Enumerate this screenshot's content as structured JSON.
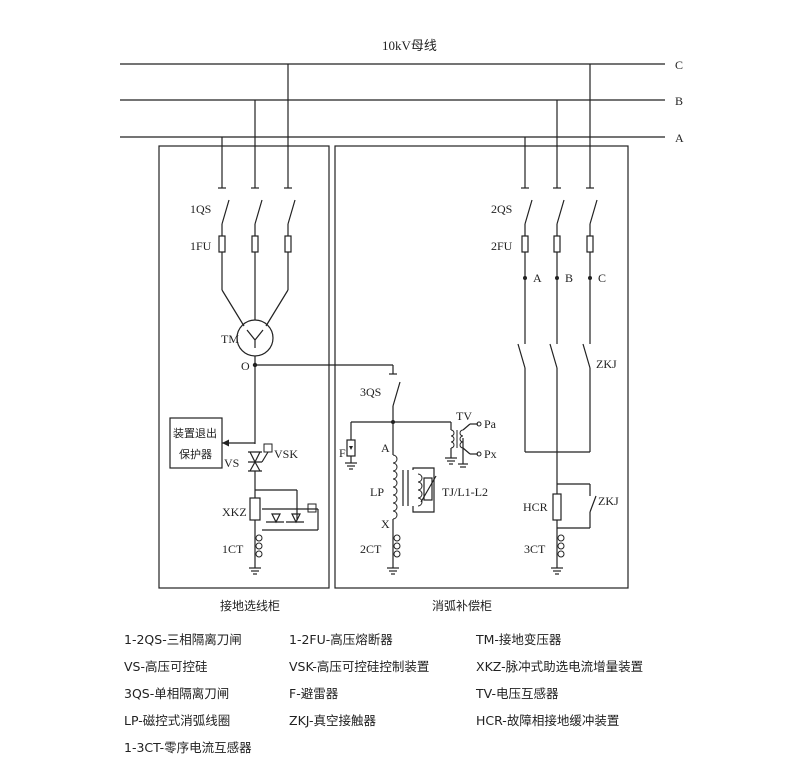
{
  "bus": {
    "title": "10kV母线",
    "phases": [
      "C",
      "B",
      "A"
    ]
  },
  "panels": {
    "left_title": "接地选线柜",
    "right_title": "消弧补偿柜"
  },
  "labels": {
    "qs1": "1QS",
    "fu1": "1FU",
    "tm": "TM",
    "o": "O",
    "vs": "VS",
    "vsk": "VSK",
    "protector_line1": "装置退出",
    "protector_line2": "保护器",
    "xkz": "XKZ",
    "ct1": "1CT",
    "qs2": "2QS",
    "fu2": "2FU",
    "phase_a": "A",
    "phase_b": "B",
    "phase_c": "C",
    "zkj": "ZKJ",
    "hcr": "HCR",
    "zkj2": "ZKJ",
    "ct3": "3CT",
    "qs3": "3QS",
    "f": "F",
    "a": "A",
    "tv": "TV",
    "pa": "Pa",
    "px": "Px",
    "lp": "LP",
    "tj": "TJ/L1-L2",
    "x": "X",
    "ct2": "2CT"
  },
  "legend": [
    "1-2QS-三相隔离刀闸",
    "1-2FU-高压熔断器",
    "TM-接地变压器",
    "VS-高压可控硅",
    "VSK-高压可控硅控制装置",
    "XKZ-脉冲式助选电流增量装置",
    "3QS-单相隔离刀闸",
    "F-避雷器",
    "TV-电压互感器",
    "LP-磁控式消弧线圈",
    "ZKJ-真空接触器",
    "HCR-故障相接地缓冲装置",
    "1-3CT-零序电流互感器"
  ]
}
